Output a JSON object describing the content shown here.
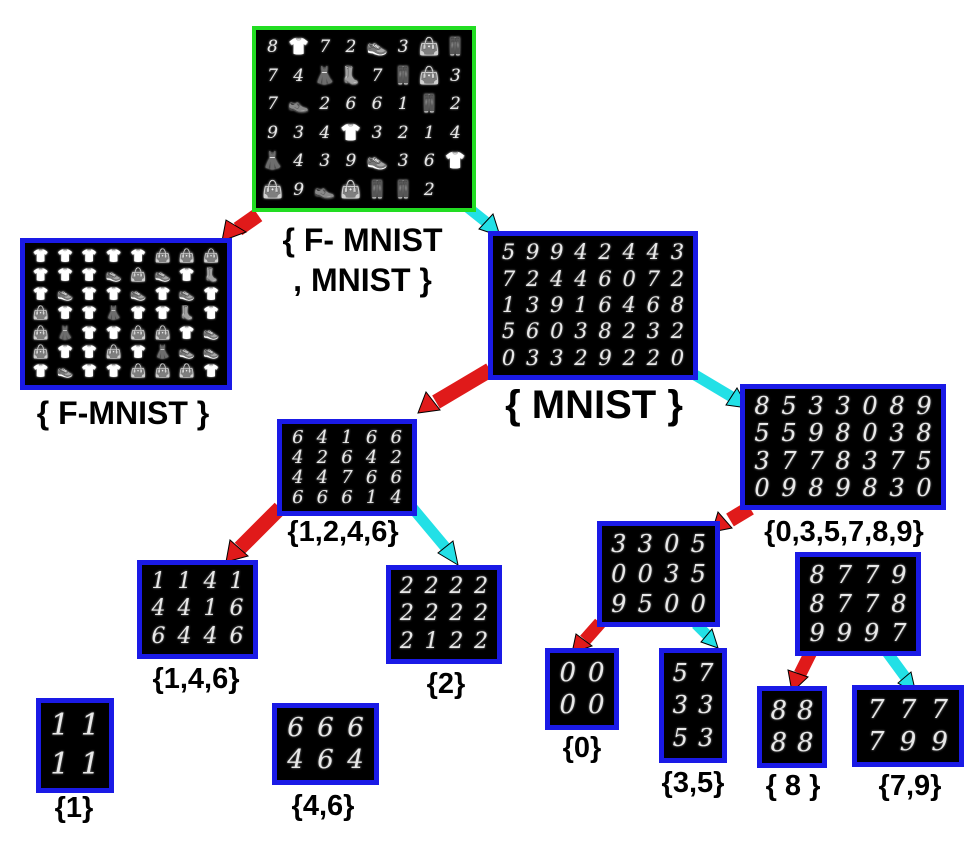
{
  "colors": {
    "root_border": "#22dd22",
    "node_border": "#1a1ae6",
    "left_arrow": "#e01a1a",
    "right_arrow": "#22e0e6"
  },
  "nodes": {
    "root": {
      "label_line1": "{ F- MNIST",
      "label_line2": ", MNIST }",
      "cells": [
        "8",
        "👕",
        "7",
        "2",
        "👟",
        "3",
        "👜",
        "👖",
        "7",
        "4",
        "👗",
        "👢",
        "7",
        "👖",
        "👜",
        "3",
        "7",
        "👞",
        "2",
        "6",
        "6",
        "1",
        "👖",
        "2",
        "9",
        "3",
        "4",
        "👕",
        "3",
        "2",
        "1",
        "4",
        "👗",
        "4",
        "3",
        "9",
        "👟",
        "3",
        "6",
        "👕",
        "👜",
        "9",
        "👞",
        "👜",
        "👖",
        "👖",
        "2"
      ]
    },
    "fmnist": {
      "label": "{ F-MNIST }",
      "cells": [
        "👕",
        "👕",
        "👕",
        "👕",
        "👕",
        "👜",
        "👜",
        "👜",
        "👕",
        "👕",
        "👕",
        "👟",
        "👜",
        "👟",
        "👕",
        "👢",
        "👕",
        "👟",
        "👕",
        "👕",
        "👟",
        "👕",
        "👟",
        "👕",
        "👜",
        "👕",
        "👕",
        "👗",
        "👕",
        "👕",
        "👢",
        "👕",
        "👜",
        "👗",
        "👕",
        "👕",
        "👜",
        "👜",
        "👕",
        "👟",
        "👜",
        "👕",
        "👕",
        "👜",
        "👕",
        "👗",
        "👟",
        "👟",
        "👕",
        "👟",
        "👕",
        "👕",
        "👜",
        "👜",
        "👜",
        "👕"
      ]
    },
    "mnist": {
      "label": "{ MNIST }",
      "cells": [
        "5",
        "9",
        "9",
        "4",
        "2",
        "4",
        "4",
        "3",
        "7",
        "2",
        "4",
        "4",
        "6",
        "0",
        "7",
        "2",
        "1",
        "3",
        "9",
        "1",
        "6",
        "4",
        "6",
        "8",
        "5",
        "6",
        "0",
        "3",
        "8",
        "2",
        "3",
        "2",
        "0",
        "3",
        "3",
        "2",
        "9",
        "2",
        "2",
        "0"
      ]
    },
    "n1246": {
      "label": "{1,2,4,6}",
      "cells": [
        "6",
        "4",
        "1",
        "6",
        "6",
        "4",
        "2",
        "6",
        "4",
        "2",
        "4",
        "4",
        "7",
        "6",
        "6",
        "6",
        "6",
        "6",
        "1",
        "4"
      ]
    },
    "n035789": {
      "label": "{0,3,5,7,8,9}",
      "cells": [
        "8",
        "5",
        "3",
        "3",
        "0",
        "8",
        "9",
        "5",
        "5",
        "9",
        "8",
        "0",
        "3",
        "8",
        "3",
        "7",
        "7",
        "8",
        "3",
        "7",
        "5",
        "0",
        "9",
        "8",
        "9",
        "8",
        "3",
        "0"
      ]
    },
    "n146": {
      "label": "{1,4,6}",
      "cells": [
        "1",
        "1",
        "4",
        "1",
        "4",
        "4",
        "1",
        "6",
        "6",
        "4",
        "4",
        "6"
      ]
    },
    "n2": {
      "label": "{2}",
      "cells": [
        "2",
        "2",
        "2",
        "2",
        "2",
        "2",
        "2",
        "2",
        "2",
        "1",
        "2",
        "2"
      ]
    },
    "n035": {
      "cells": [
        "3",
        "3",
        "0",
        "5",
        "0",
        "0",
        "3",
        "5",
        "9",
        "5",
        "0",
        "0"
      ]
    },
    "n789": {
      "cells": [
        "8",
        "7",
        "7",
        "9",
        "8",
        "7",
        "7",
        "8",
        "9",
        "9",
        "9",
        "7"
      ]
    },
    "n1": {
      "label": "{1}",
      "cells": [
        "1",
        "1",
        "1",
        "1"
      ]
    },
    "n46": {
      "label": "{4,6}",
      "cells": [
        "6",
        "6",
        "6",
        "4",
        "6",
        "4"
      ]
    },
    "n0": {
      "label": "{0}",
      "cells": [
        "0",
        "0",
        "0",
        "0"
      ]
    },
    "n35": {
      "label": "{3,5}",
      "cells": [
        "5",
        "7",
        "3",
        "3",
        "5",
        "3"
      ]
    },
    "n8": {
      "label": "{ 8 }",
      "cells": [
        "8",
        "8",
        "8",
        "8"
      ]
    },
    "n79": {
      "label": "{7,9}",
      "cells": [
        "7",
        "7",
        "7",
        "7",
        "9",
        "9"
      ]
    }
  }
}
